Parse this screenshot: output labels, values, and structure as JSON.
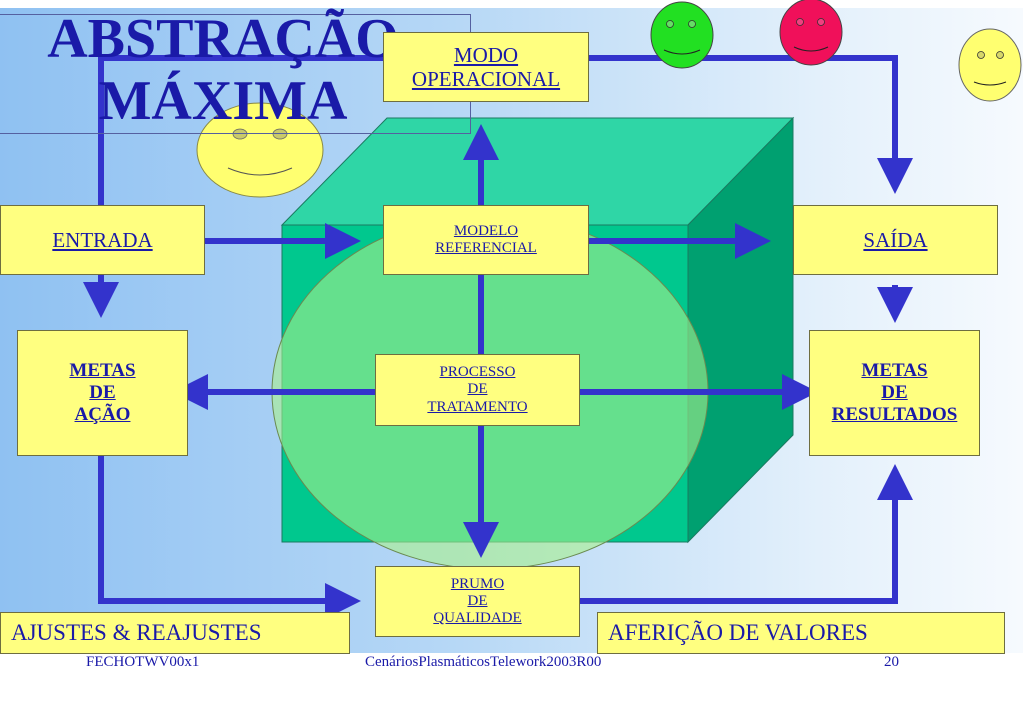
{
  "title": {
    "line1": "ABSTRAÇÃO",
    "line2": "MÁXIMA"
  },
  "boxes": {
    "modo": "MODO\nOPERACIONAL",
    "modelo": "MODELO\nREFERENCIAL",
    "processo": "PROCESSO\nDE\nTRATAMENTO",
    "prumo": "PRUMO\nDE\nQUALIDADE",
    "entrada": "ENTRADA",
    "saida": "SAÍDA",
    "metas_acao": "METAS\nDE\nAÇÃO",
    "metas_resultados": "METAS\nDE\nRESULTADOS"
  },
  "bars": {
    "left": "AJUSTES & REAJUSTES",
    "right": "AFERIÇÃO DE VALORES"
  },
  "footer": {
    "left": "FECHOTWV00x1",
    "center": "CenáriosPlasmáticosTelework2003R00",
    "page": "20"
  },
  "colors": {
    "arrow": "#3333cc",
    "box_fill": "#ffff80",
    "text": "#1a1aa8",
    "cube_front": "#00c88e",
    "cube_top": "#2fd6a6",
    "cube_side": "#00a070",
    "ellipse": "#a8f08c",
    "smiley_green": "#22e022",
    "smiley_red": "#f0105a",
    "smiley_yellow": "#ffff70"
  }
}
